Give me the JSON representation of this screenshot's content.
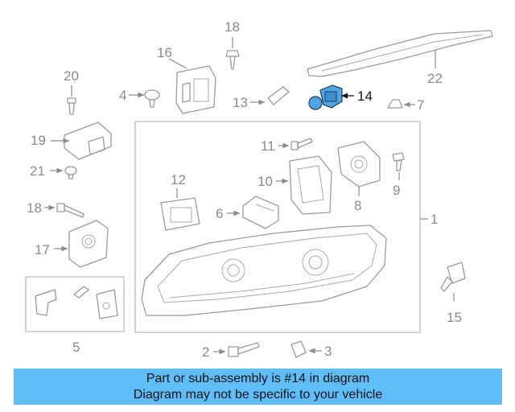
{
  "diagram": {
    "highlight_color": "#4da6e8",
    "callouts": {
      "c1": "1",
      "c2": "2",
      "c3": "3",
      "c4": "4",
      "c5": "5",
      "c6": "6",
      "c7": "7",
      "c8": "8",
      "c9": "9",
      "c10": "10",
      "c11": "11",
      "c12": "12",
      "c13": "13",
      "c14": "14",
      "c15": "15",
      "c16": "16",
      "c17": "17",
      "c18a": "18",
      "c18b": "18",
      "c19": "19",
      "c20": "20",
      "c21": "21",
      "c22": "22"
    }
  },
  "banner": {
    "background": "#5fbef7",
    "line1": "Part or sub-assembly is #14 in diagram",
    "line2": "Diagram may not be specific to your vehicle"
  }
}
